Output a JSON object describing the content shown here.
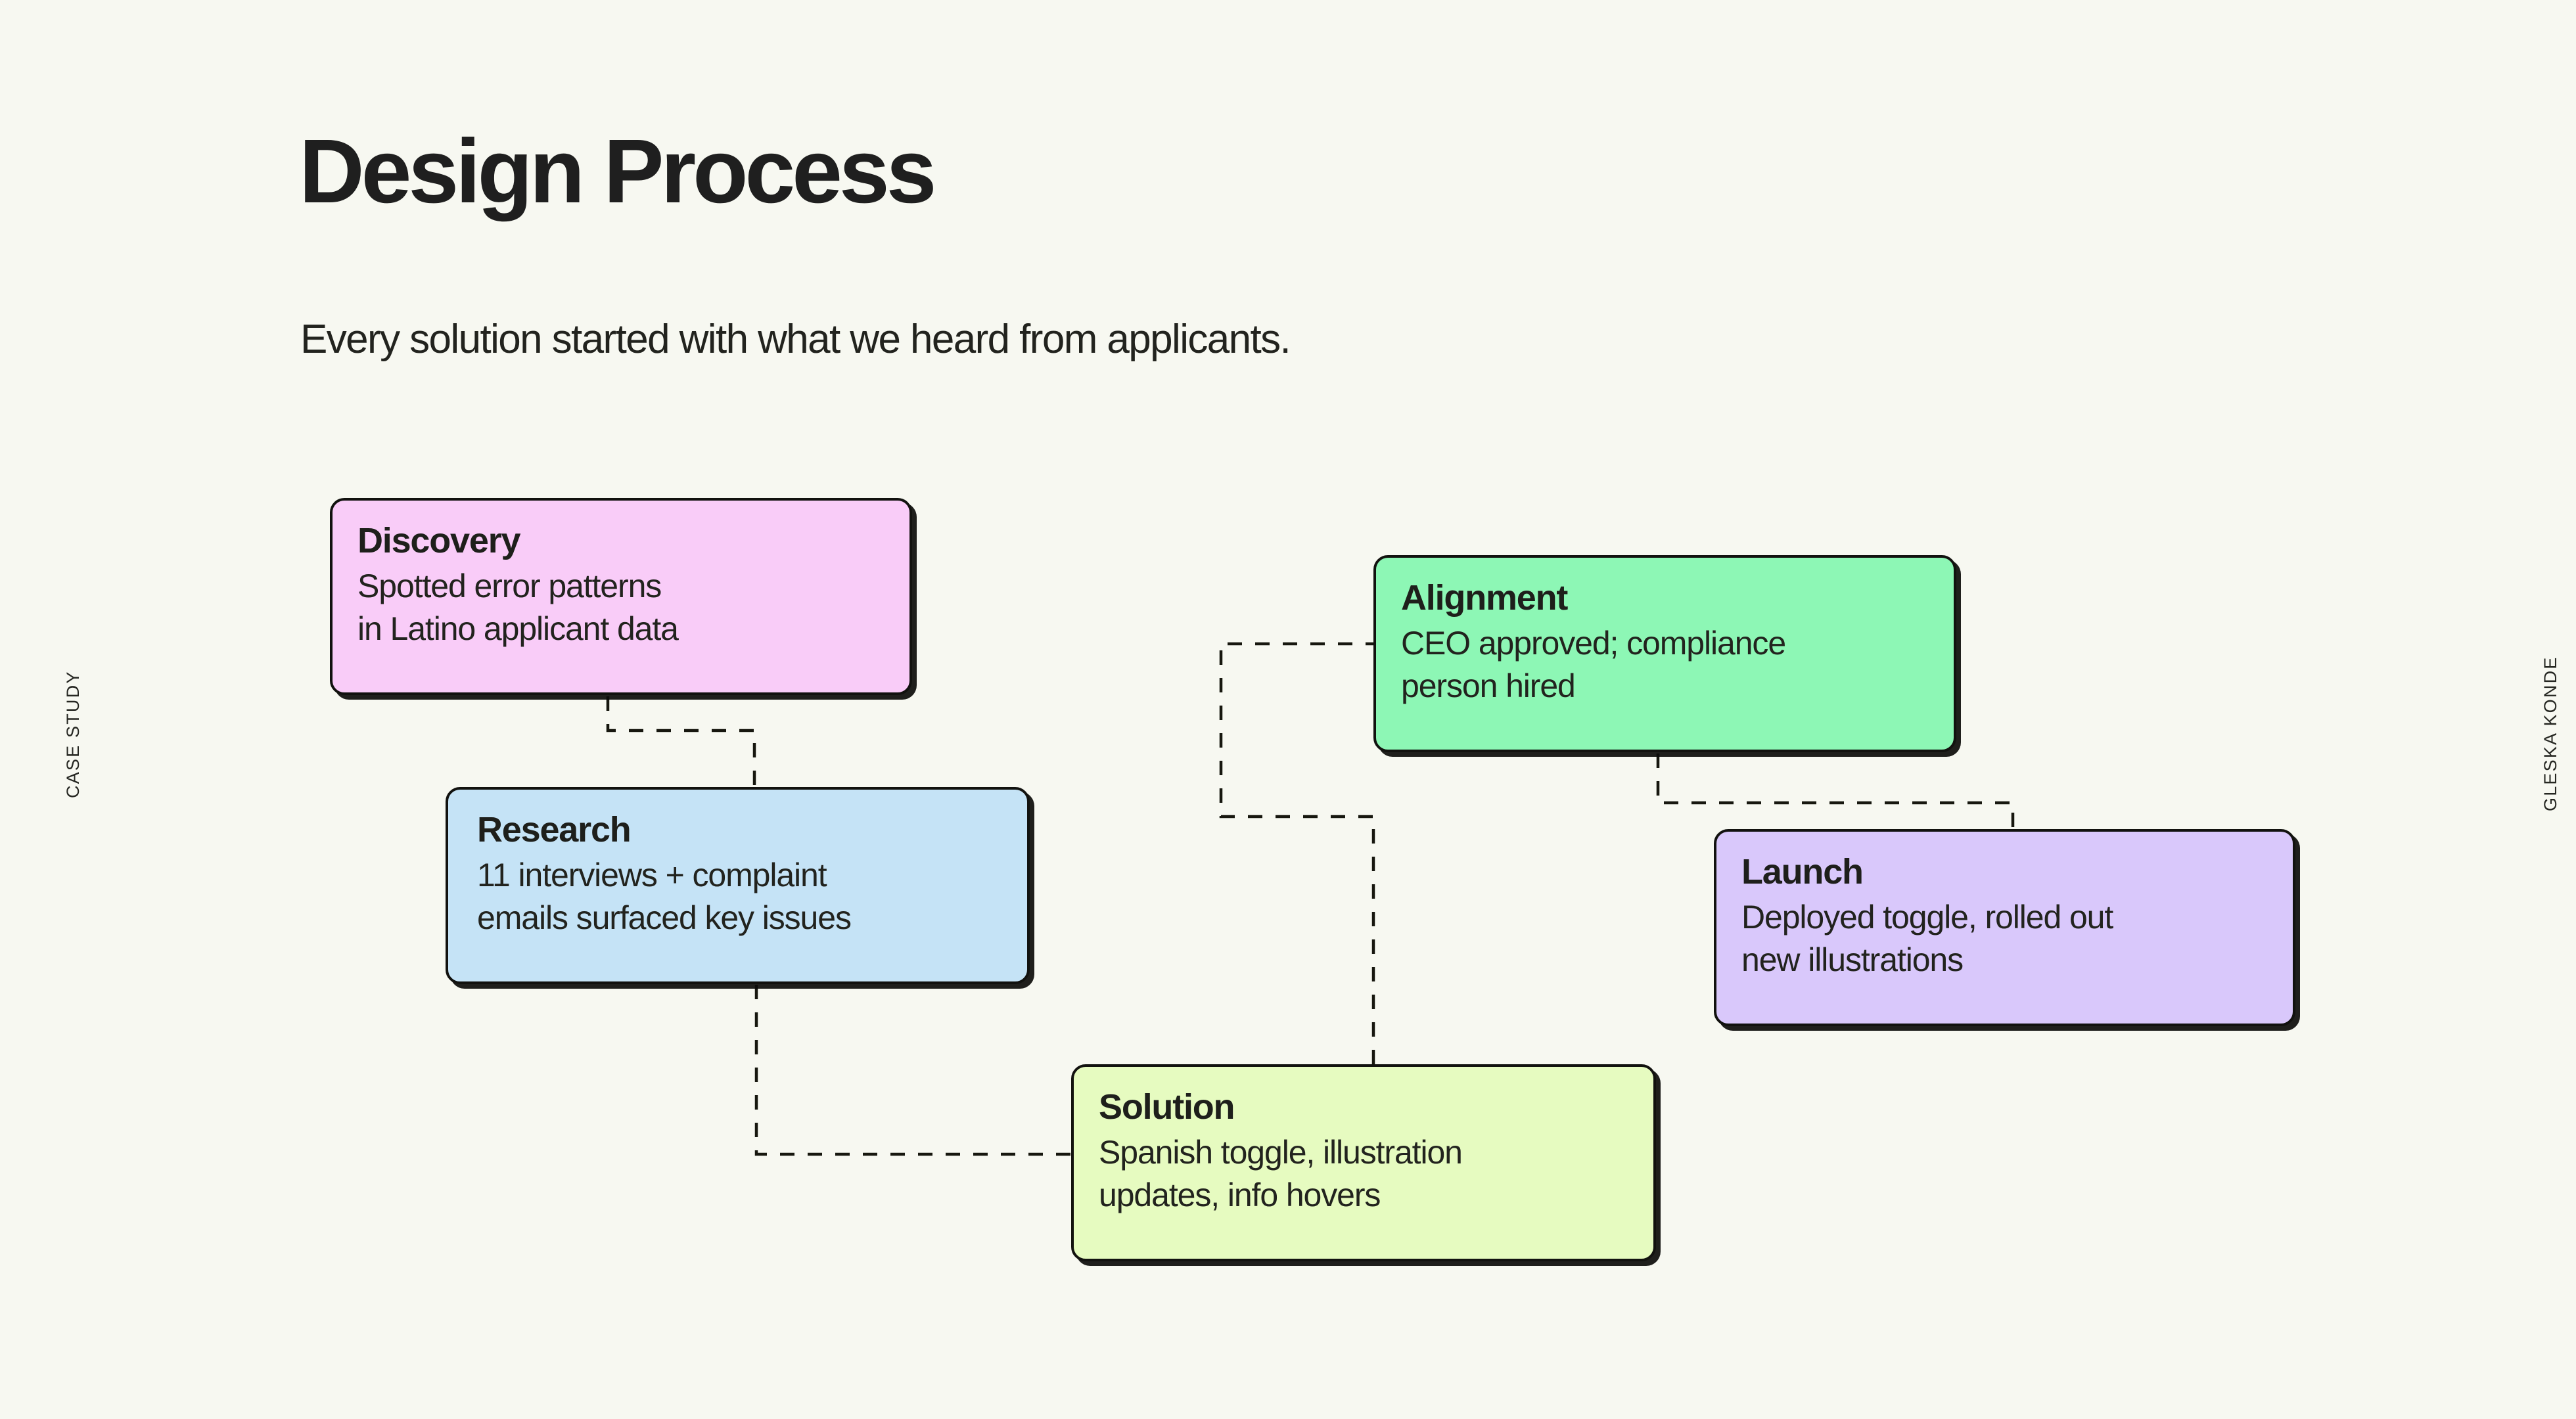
{
  "slide": {
    "background_color": "#f7f8f1",
    "title": "Design Process",
    "subtitle": "Every solution started with what we heard from applicants.",
    "rail_left_label": "CASE STUDY",
    "rail_right_label": "GLESKA KONDE"
  },
  "flow": {
    "cards": [
      {
        "id": "discovery",
        "title": "Discovery",
        "body_lines": [
          "Spotted error patterns",
          "in Latino applicant data"
        ],
        "color": "#f9ccf8"
      },
      {
        "id": "research",
        "title": "Research",
        "body_lines": [
          "11 interviews + complaint",
          "emails surfaced key issues"
        ],
        "color": "#c5e3f6"
      },
      {
        "id": "solution",
        "title": "Solution",
        "body_lines": [
          "Spanish toggle, illustration",
          "updates, info hovers"
        ],
        "color": "#e6fbc0"
      },
      {
        "id": "alignment",
        "title": "Alignment",
        "body_lines": [
          "CEO approved; compliance",
          "person hired"
        ],
        "color": "#8df7b5"
      },
      {
        "id": "launch",
        "title": "Launch",
        "body_lines": [
          "Deployed toggle, rolled out",
          "new illustrations"
        ],
        "color": "#d9c8fb"
      }
    ],
    "connectors": [
      {
        "from": "discovery",
        "to": "research",
        "style": "dashed"
      },
      {
        "from": "research",
        "to": "solution",
        "style": "dashed"
      },
      {
        "from": "solution",
        "to": "alignment",
        "style": "dashed"
      },
      {
        "from": "alignment",
        "to": "launch",
        "style": "dashed"
      }
    ],
    "connector_color": "#17170f"
  }
}
